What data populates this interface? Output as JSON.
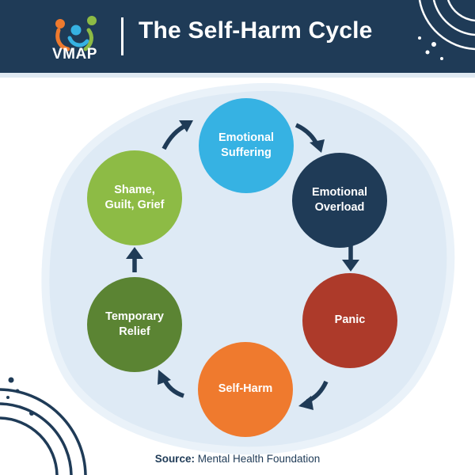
{
  "header": {
    "logo_text": "VMAP",
    "title": "The Self-Harm Cycle"
  },
  "colors": {
    "header_bg": "#1f3b57",
    "blob_fill": "#deeaf5",
    "blob_stroke": "#e9f1f8",
    "arrow": "#1f3b57"
  },
  "cycle": {
    "steps": [
      {
        "label": "Emotional\nSuffering",
        "color": "#36b2e3"
      },
      {
        "label": "Emotional\nOverload",
        "color": "#1f3b57"
      },
      {
        "label": "Panic",
        "color": "#ad3a2a"
      },
      {
        "label": "Self-Harm",
        "color": "#ef7a2e"
      },
      {
        "label": "Temporary\nRelief",
        "color": "#5b8433"
      },
      {
        "label": "Shame,\nGuilt, Grief",
        "color": "#8dbb45"
      }
    ]
  },
  "source": {
    "label": "Source:",
    "text": " Mental Health Foundation"
  }
}
